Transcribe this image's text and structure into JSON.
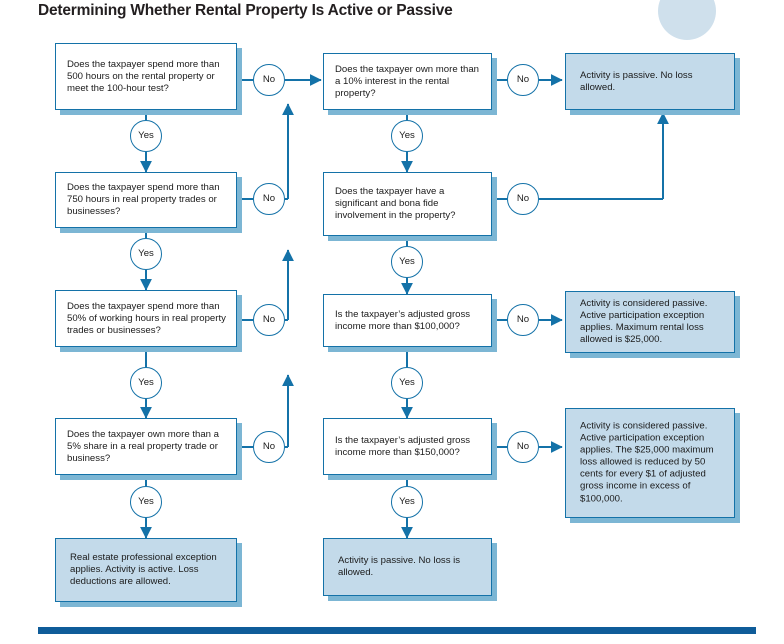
{
  "title": "Determining Whether Rental Property Is Active or Passive",
  "decoration": {
    "semicircle_color": "#cfe0ec",
    "bottom_rule_color": "#0f5c99"
  },
  "palette": {
    "box_border": "#1472a8",
    "box_shadow": "#7cb6d4",
    "result_fill": "#c3daea",
    "connector": "#1472a8",
    "text": "#1b1b1b",
    "title_text": "#231f20"
  },
  "labels": {
    "yes": "Yes",
    "no": "No"
  },
  "nodes": {
    "q1": {
      "id": "q1",
      "kind": "question",
      "text": "Does the taxpayer spend more than 500 hours on the rental property or meet the 100-hour test?"
    },
    "q2": {
      "id": "q2",
      "kind": "question",
      "text": "Does the taxpayer spend more than 750 hours in real property trades or businesses?"
    },
    "q3": {
      "id": "q3",
      "kind": "question",
      "text": "Does the taxpayer spend more than 50% of working hours in real property trades or businesses?"
    },
    "q4": {
      "id": "q4",
      "kind": "question",
      "text": "Does the taxpayer own more than a 5% share in a real property trade or business?"
    },
    "q5": {
      "id": "q5",
      "kind": "question",
      "text": "Does the taxpayer own more than a 10% interest in the rental property?"
    },
    "q6": {
      "id": "q6",
      "kind": "question",
      "text": "Does the taxpayer have a significant and bona fide involvement in the property?"
    },
    "q7": {
      "id": "q7",
      "kind": "question",
      "text": "Is the taxpayer’s adjusted gross income more than $100,000?"
    },
    "q8": {
      "id": "q8",
      "kind": "question",
      "text": "Is the taxpayer’s adjusted gross income more than $150,000?"
    },
    "r1": {
      "id": "r1",
      "kind": "result",
      "text": "Activity is passive. No loss allowed."
    },
    "r2": {
      "id": "r2",
      "kind": "result",
      "text": "Activity is considered passive. Active participation exception applies. Maximum rental loss allowed is $25,000."
    },
    "r3": {
      "id": "r3",
      "kind": "result",
      "text": "Activity is considered passive. Active participation exception applies. The $25,000 maximum loss allowed is reduced by 50 cents for every $1 of adjusted gross income in excess of $100,000."
    },
    "r4": {
      "id": "r4",
      "kind": "result",
      "text": "Real estate professional exception applies. Activity is active. Loss deductions are allowed."
    },
    "r5": {
      "id": "r5",
      "kind": "result",
      "text": "Activity is passive. No loss is allowed."
    }
  },
  "edges": [
    {
      "from": "q1",
      "to": "q2",
      "label": "Yes"
    },
    {
      "from": "q1",
      "to": "q5",
      "label": "No"
    },
    {
      "from": "q2",
      "to": "q3",
      "label": "Yes"
    },
    {
      "from": "q2",
      "to": "q5",
      "label": "No"
    },
    {
      "from": "q3",
      "to": "q4",
      "label": "Yes"
    },
    {
      "from": "q3",
      "to": "q5",
      "label": "No"
    },
    {
      "from": "q4",
      "to": "r4",
      "label": "Yes"
    },
    {
      "from": "q4",
      "to": "q5",
      "label": "No"
    },
    {
      "from": "q5",
      "to": "q6",
      "label": "Yes"
    },
    {
      "from": "q5",
      "to": "r1",
      "label": "No"
    },
    {
      "from": "q6",
      "to": "q7",
      "label": "Yes"
    },
    {
      "from": "q6",
      "to": "r1",
      "label": "No"
    },
    {
      "from": "q7",
      "to": "q8",
      "label": "Yes"
    },
    {
      "from": "q7",
      "to": "r2",
      "label": "No"
    },
    {
      "from": "q8",
      "to": "r5",
      "label": "Yes"
    },
    {
      "from": "q8",
      "to": "r3",
      "label": "No"
    }
  ]
}
